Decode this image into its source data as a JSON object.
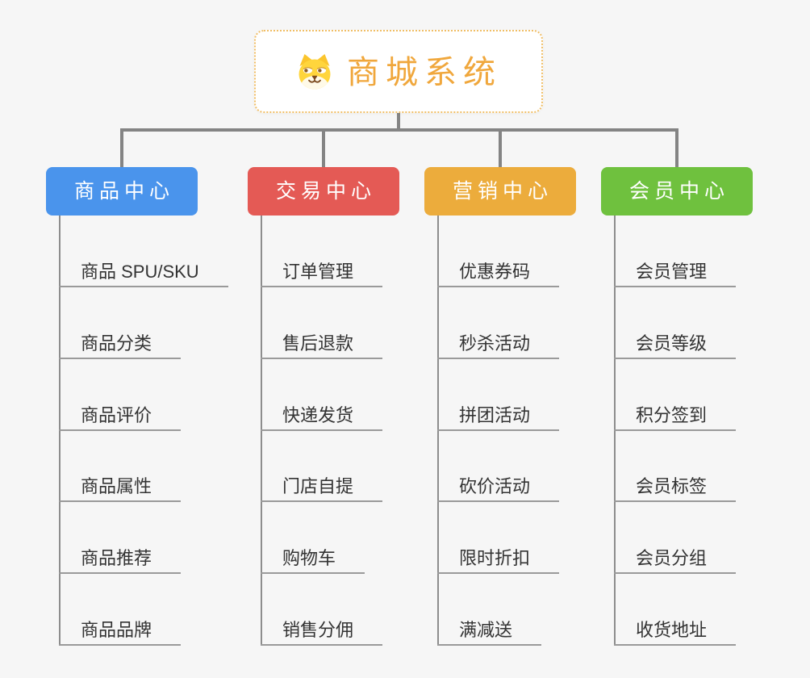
{
  "root": {
    "title": "商城系统",
    "icon": "dog-face-icon"
  },
  "branches": [
    {
      "label": "商品中心",
      "color": "#4a94ec",
      "items": [
        "商品 SPU/SKU",
        "商品分类",
        "商品评价",
        "商品属性",
        "商品推荐",
        "商品品牌"
      ]
    },
    {
      "label": "交易中心",
      "color": "#e45a55",
      "items": [
        "订单管理",
        "售后退款",
        "快递发货",
        "门店自提",
        "购物车",
        "销售分佣"
      ]
    },
    {
      "label": "营销中心",
      "color": "#ecac3c",
      "items": [
        "优惠券码",
        "秒杀活动",
        "拼团活动",
        "砍价活动",
        "限时折扣",
        "满减送"
      ]
    },
    {
      "label": "会员中心",
      "color": "#6fc13e",
      "items": [
        "会员管理",
        "会员等级",
        "积分签到",
        "会员标签",
        "会员分组",
        "收货地址"
      ]
    }
  ],
  "colors": {
    "background": "#f6f6f6",
    "connector": "#848484",
    "column_line": "#8d8d8d",
    "item_underline": "#9a9a9a",
    "item_text": "#333333",
    "root_text": "#f0a73c",
    "root_border": "#f0be66"
  }
}
